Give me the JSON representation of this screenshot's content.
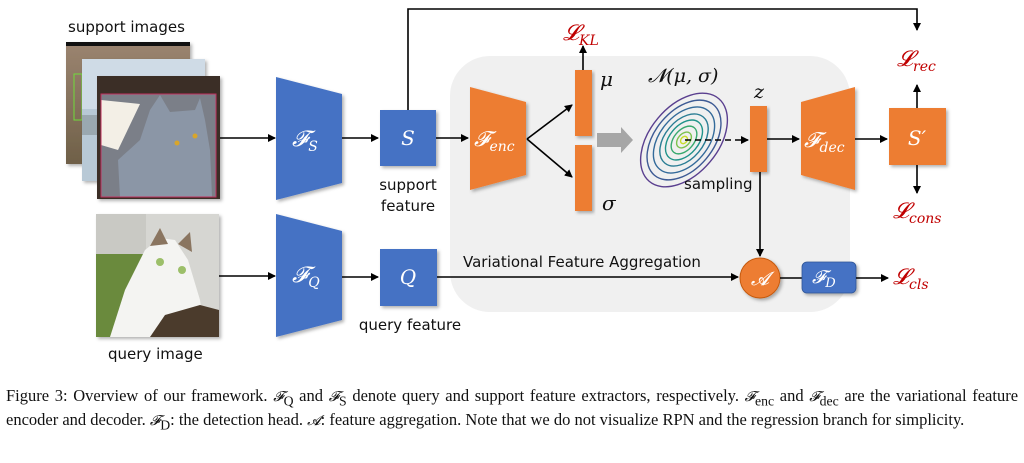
{
  "labels": {
    "support_images": "support images",
    "query_image": "query image",
    "support_feature_line1": "support",
    "support_feature_line2": "feature",
    "query_feature": "query feature",
    "sampling": "sampling",
    "vfa": "Variational Feature Aggregation"
  },
  "blocks": {
    "fs": {
      "main": "𝓕",
      "sub": "S"
    },
    "fq": {
      "main": "𝓕",
      "sub": "Q"
    },
    "s": "S",
    "q": "Q",
    "fenc": {
      "main": "𝓕",
      "sub": "enc"
    },
    "fdec": {
      "main": "𝓕",
      "sub": "dec"
    },
    "sprime": "S′",
    "fd": {
      "main": "𝓕",
      "sub": "D"
    },
    "agg": "𝓐",
    "mu": "μ",
    "sigma": "σ",
    "z": "z",
    "normal": "𝓝(μ, σ)"
  },
  "losses": {
    "kl": {
      "main": "𝓛",
      "sub": "KL"
    },
    "rec": {
      "main": "𝓛",
      "sub": "rec"
    },
    "cons": {
      "main": "𝓛",
      "sub": "cons"
    },
    "cls": {
      "main": "𝓛",
      "sub": "cls"
    }
  },
  "colors": {
    "blue": "#4472c4",
    "orange": "#ed7d31",
    "loss_red": "#c00000",
    "panel_gray": "#f0f0f0"
  },
  "caption": {
    "prefix": "Figure 3: Overview of our framework. ",
    "p1": " and ",
    "p2": " denote query and support feature extractors, respectively. ",
    "p3": " and ",
    "p4": " are the variational feature encoder and decoder. ",
    "p5": ": the detection head. ",
    "p6": ": feature aggregation. Note that we do not visualize RPN and the regression branch for simplicity.",
    "fq": "𝓕",
    "fq_sub": "Q",
    "fs": "𝓕",
    "fs_sub": "S",
    "fenc": "𝓕",
    "fenc_sub": "enc",
    "fdec": "𝓕",
    "fdec_sub": "dec",
    "fd": "𝓕",
    "fd_sub": "D",
    "a": "𝓐"
  }
}
